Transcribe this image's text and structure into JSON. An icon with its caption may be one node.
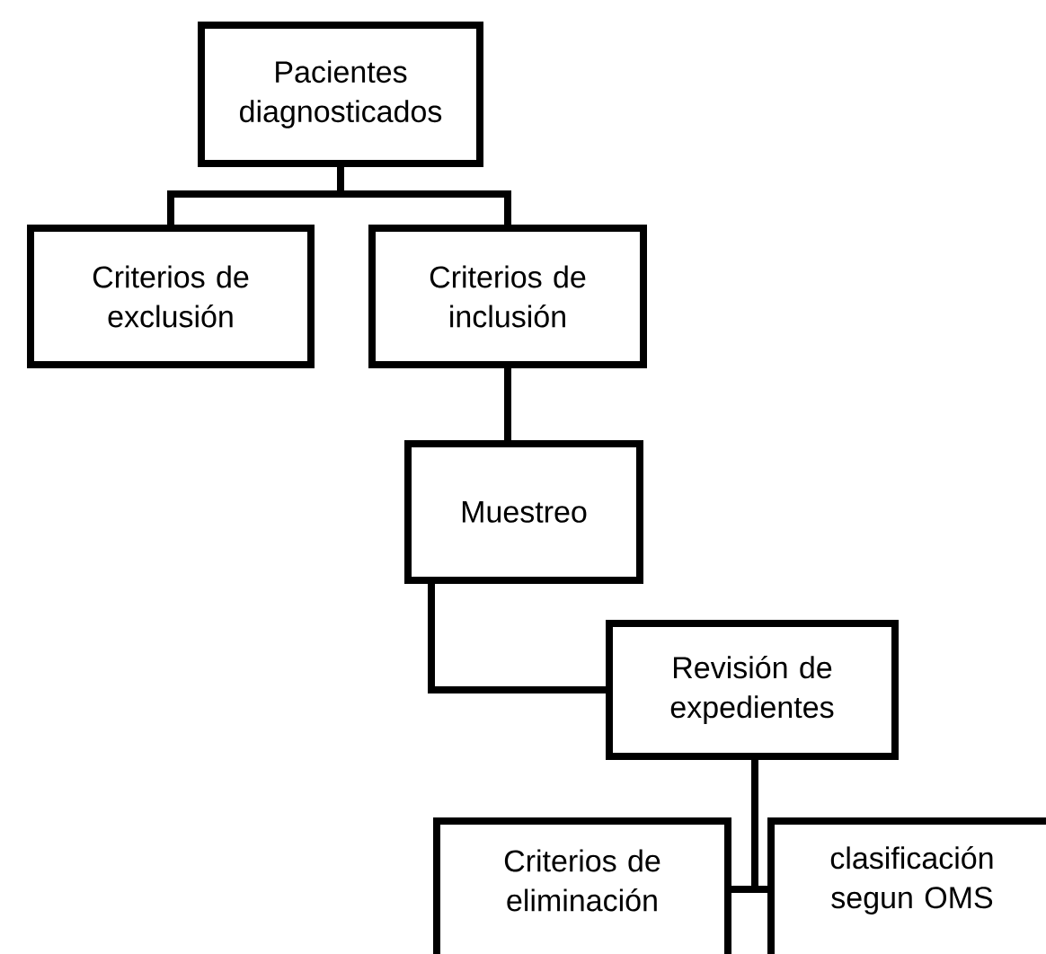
{
  "diagram": {
    "nodes": [
      {
        "text": [
          "Pacientes diagnosticados"
        ]
      },
      {
        "text": [
          "Criterios de exclusión"
        ]
      },
      {
        "text": [
          "Criterios de inclusión"
        ]
      },
      {
        "text": [
          "Muestreo"
        ]
      },
      {
        "text": [
          "Revisión de expedientes"
        ]
      },
      {
        "text": [
          "Criterios de eliminación"
        ]
      },
      {
        "text": [
          "clasificación segun OMS"
        ]
      }
    ],
    "edges": [
      {
        "from": 0,
        "to": 1,
        "arrow": "none"
      },
      {
        "from": 0,
        "to": 2,
        "arrow": "none"
      },
      {
        "from": 2,
        "to": 3,
        "arrow": "none"
      },
      {
        "from": 3,
        "to": 4,
        "arrow": "none"
      },
      {
        "from": 4,
        "to": 5,
        "arrow": "none"
      },
      {
        "from": 4,
        "to": 6,
        "arrow": "none"
      }
    ]
  }
}
